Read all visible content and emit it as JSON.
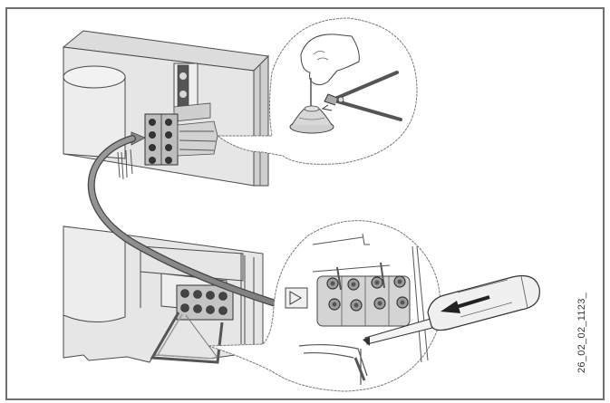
{
  "figure": {
    "id_label": "26_02_02_1123_",
    "description": "Installation diagram: wire routing from upper unit terminal block to lower unit terminal block with cable gland and screwdriver detail insets",
    "colors": {
      "frame": "#6f6f6f",
      "panel_fill": "#e6e6e6",
      "line": "#4a4a4a",
      "cable": "#8c8c8c",
      "background": "#ffffff"
    }
  },
  "insets": [
    {
      "name": "cable-gland-and-cutter-detail",
      "tools": [
        "hand",
        "cable-gland",
        "side-cutter-pliers"
      ]
    },
    {
      "name": "terminal-block-screwdriver-detail",
      "tools": [
        "terminal-block",
        "screwdriver"
      ],
      "terminal_count": 8
    }
  ],
  "units": [
    {
      "name": "upper-unit",
      "terminal_rows": 4,
      "terminal_cols": 2
    },
    {
      "name": "lower-unit",
      "terminal_rows": 2,
      "terminal_cols": 4
    }
  ]
}
